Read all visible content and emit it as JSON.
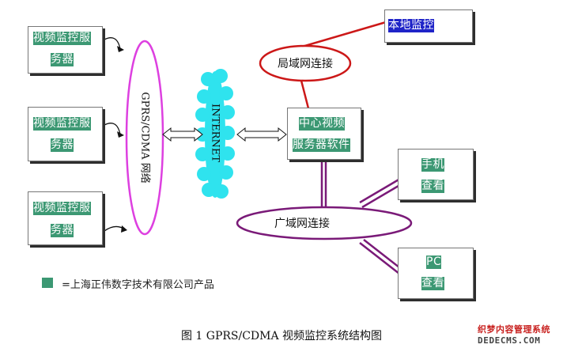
{
  "network": {
    "gprs_label": "GPRS/CDMA 网络",
    "internet_label": "INTERNET",
    "lan_label": "局域网连接",
    "wan_label": "广域网连接"
  },
  "nodes": {
    "server_line1": "中心视频",
    "server_line2": "服务器软件",
    "local_monitor": "本地监控",
    "phone_line1": "手机",
    "phone_line2": "查看",
    "pc_line1": "PC",
    "pc_line2": "查看",
    "cameras": [
      {
        "line1": "视频监控服",
        "line2": "务器"
      },
      {
        "line1": "视频监控服",
        "line2": "务器"
      },
      {
        "line1": "视频监控服",
        "line2": "务器"
      }
    ]
  },
  "legend": {
    "text": "=上海正伟数字技术有限公司产品"
  },
  "caption": "图 1 GPRS/CDMA  视频监控系统结构图",
  "watermark": {
    "line1": "织梦内容管理系统",
    "line2": "DEDECMS.COM"
  },
  "colors": {
    "product_green": "#3c9873",
    "lan_red": "#cc1818",
    "wan_purple": "#7a1a78",
    "gprs_magenta": "#dd40e0",
    "internet_cyan": "#2fe3ee",
    "local_label_blue": "#1f24c8"
  }
}
